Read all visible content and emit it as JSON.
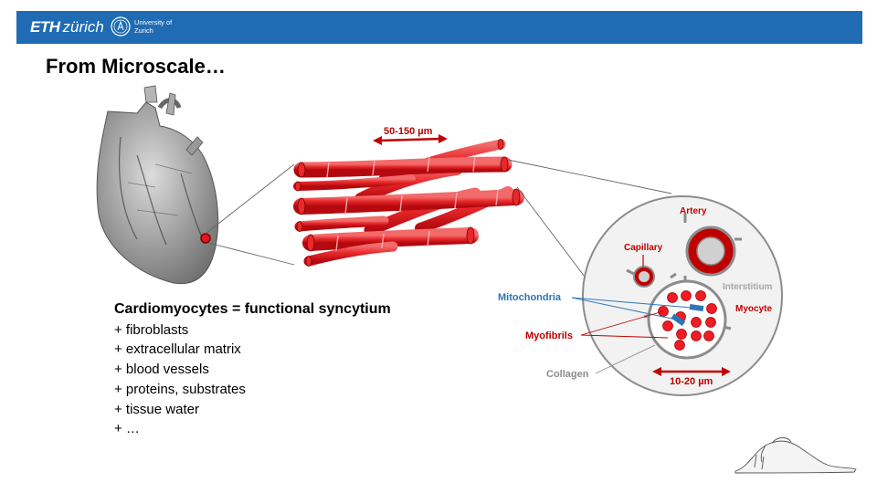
{
  "header": {
    "eth_bold": "ETH",
    "eth_italic": "zürich",
    "uzh_text": "University of\nZurich"
  },
  "title": "From Microscale…",
  "bullets": {
    "lead": "Cardiomyocytes = functional syncytium",
    "items": [
      "+ fibroblasts",
      "+ extracellular matrix",
      "+ blood vessels",
      "+ proteins, substrates",
      "+ tissue water",
      "+ …"
    ]
  },
  "figure": {
    "fiber_length": "50-150 µm",
    "artery": "Artery",
    "capillary": "Capillary",
    "interstitium": "Interstitium",
    "mitochondria": "Mitochondria",
    "myocyte": "Myocyte",
    "myofibrils": "Myofibrils",
    "collagen": "Collagen",
    "cell_size": "10-20 µm"
  },
  "colors": {
    "header_blue": "#1f6cb4",
    "dark_red": "#c00000",
    "red": "#e8141c",
    "blue": "#2e75b6",
    "grey": "#8c8c8c"
  }
}
